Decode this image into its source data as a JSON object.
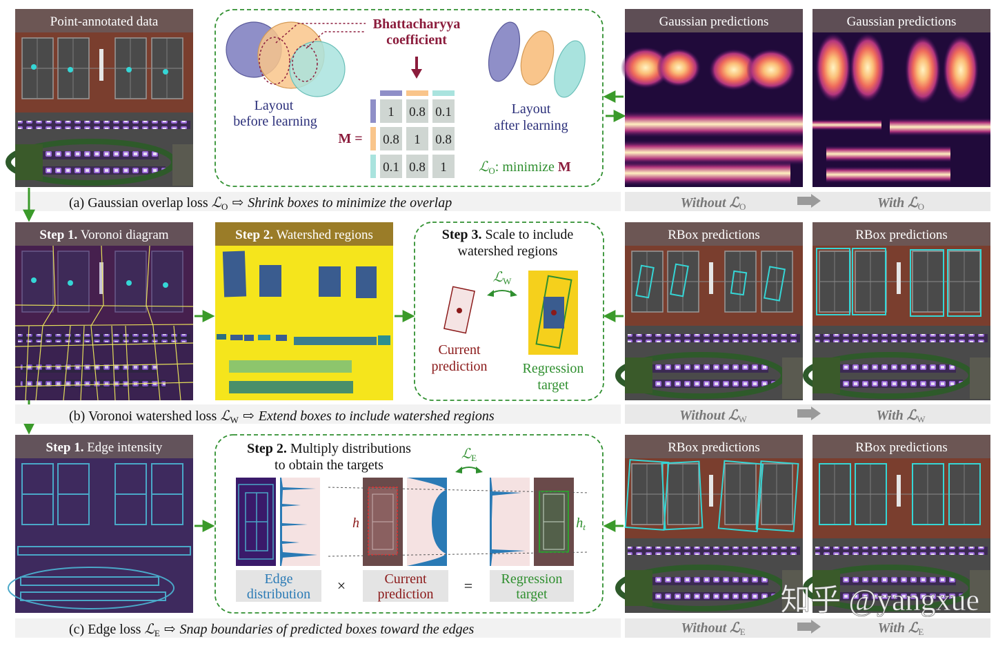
{
  "row_a": {
    "panel_title": "Point-annotated data",
    "caption_prefix": "(a) Gaussian overlap loss ",
    "caption_loss": "ℒ",
    "caption_sub": "O",
    "caption_arrow": "⇨",
    "caption_desc": "Shrink boxes to minimize the overlap",
    "bc_line1": "Bhattacharyya",
    "bc_line2": "coefficient",
    "before_line1": "Layout",
    "before_line2": "before learning",
    "after_line1": "Layout",
    "after_line2": "after learning",
    "matrix_label": "M =",
    "matrix": [
      [
        "1",
        "0.8",
        "0.1"
      ],
      [
        "0.8",
        "1",
        "0.8"
      ],
      [
        "0.1",
        "0.8",
        "1"
      ]
    ],
    "objective_loss": "ℒ",
    "objective_sub": "O",
    "objective_text": ": minimize ",
    "objective_bold": "M",
    "result_title_left": "Gaussian predictions",
    "result_title_right": "Gaussian predictions",
    "without_label": "Without ℒ",
    "with_label": "With ℒ",
    "sub": "O"
  },
  "row_b": {
    "step1_bold": "Step 1.",
    "step1_text": " Voronoi diagram",
    "step2_bold": "Step 2.",
    "step2_text": " Watershed regions",
    "step3_bold": "Step 3.",
    "step3_text_1": " Scale to include",
    "step3_text_2": "watershed regions",
    "loss_symbol": "ℒ",
    "loss_sub": "W",
    "current_1": "Current",
    "current_2": "prediction",
    "target_1": "Regression",
    "target_2": "target",
    "caption_prefix": "(b) Voronoi watershed loss ",
    "caption_loss": "ℒ",
    "caption_sub": "W",
    "caption_arrow": "⇨",
    "caption_desc": "Extend boxes to include watershed regions",
    "result_title_left": "RBox predictions",
    "result_title_right": "RBox predictions",
    "without_label": "Without ℒ",
    "with_label": "With ℒ",
    "sub": "W"
  },
  "row_c": {
    "step1_bold": "Step 1.",
    "step1_text": " Edge intensity",
    "step2_bold": "Step 2.",
    "step2_text_1": " Multiply distributions",
    "step2_text_2": "to obtain the targets",
    "loss_symbol": "ℒ",
    "loss_sub": "E",
    "h_label": "h",
    "ht_label": "h",
    "ht_sub": "t",
    "edge_1": "Edge",
    "edge_2": "distribution",
    "times": "×",
    "current_1": "Current",
    "current_2": "prediction",
    "equals": "=",
    "target_1": "Regression",
    "target_2": "target",
    "caption_prefix": "(c) Edge loss ",
    "caption_loss": "ℒ",
    "caption_sub": "E",
    "caption_arrow": "⇨",
    "caption_desc": "Snap boundaries of  predicted boxes toward the edges",
    "result_title_left": "RBox predictions",
    "result_title_right": "RBox predictions",
    "without_label": "Without ℒ",
    "with_label": "With ℒ",
    "sub": "E"
  },
  "watermark": "知乎 @yangxue",
  "colors": {
    "arrow_green": "#3a9a2a",
    "box_green": "#2f8f2f",
    "maroon": "#8b1c3c",
    "navy": "#2b2f7a",
    "cyan": "#35d6d6",
    "blue": "#2a7ab5",
    "dark_red": "#8b1a1a",
    "caption_bg": "#e9e9e9"
  }
}
